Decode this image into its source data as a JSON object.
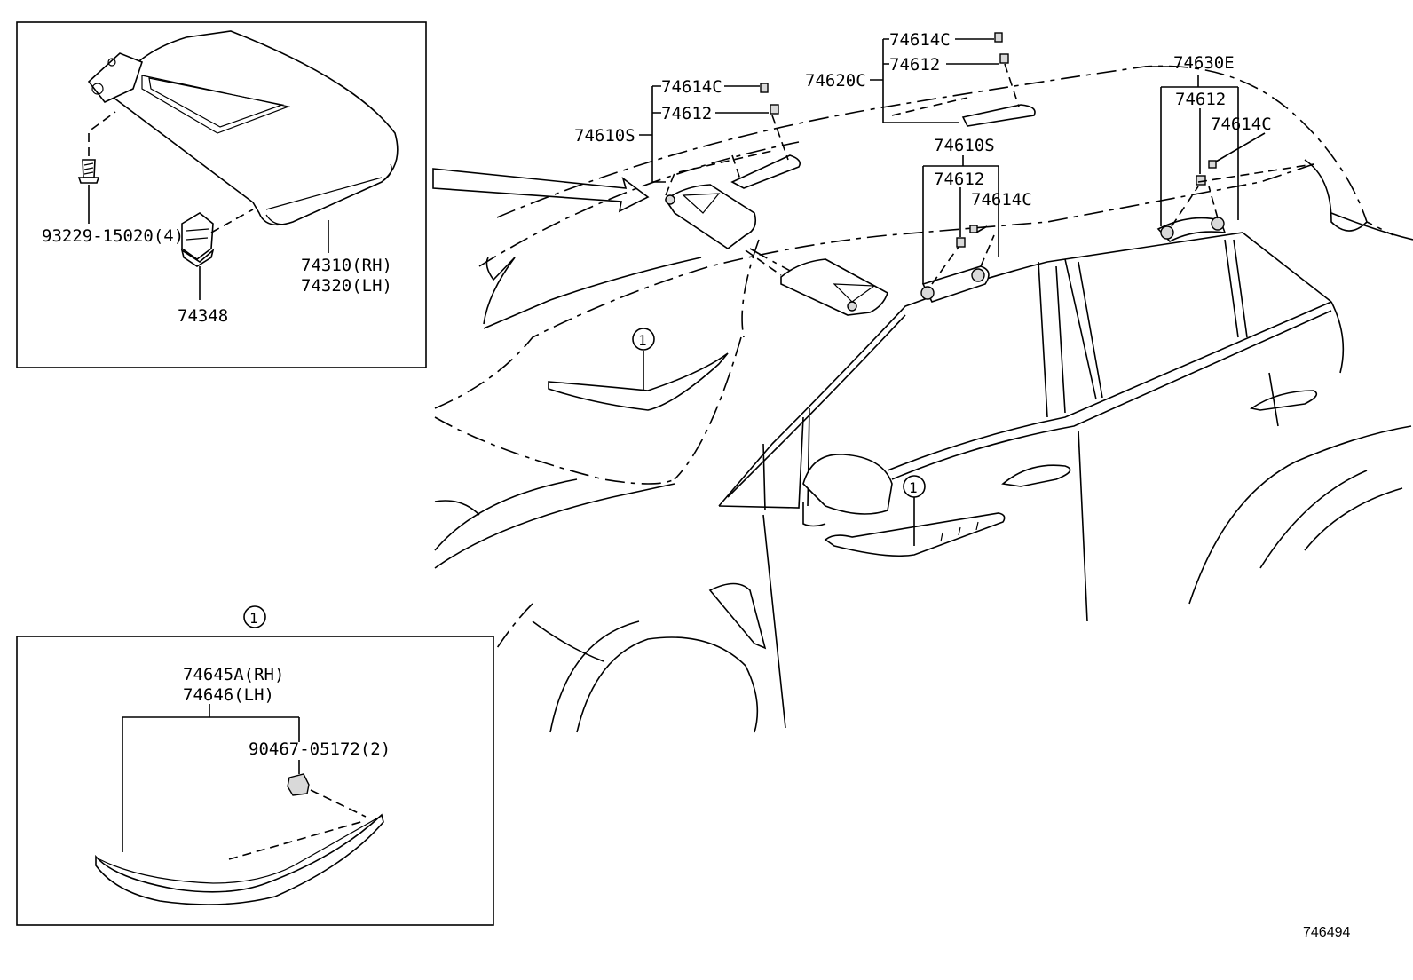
{
  "callouts": {
    "sun_visor_screw": "93229-15020(4)",
    "sun_visor_holder": "74348",
    "sun_visor_rh": "74310(RH)",
    "sun_visor_lh": "74320(LH)",
    "front_handle_assy": "74610S",
    "front_handle_cap": "74614C",
    "front_handle_clip": "74612",
    "top_bracket_assy": "74620C",
    "top_cap": "74614C",
    "top_clip": "74612",
    "mid_handle_assy": "74610S",
    "mid_clip": "74612",
    "mid_cap": "74614C",
    "rear_handle_assy": "74630E",
    "rear_clip": "74612",
    "rear_cap": "74614C",
    "garnish_rh": "74645A(RH)",
    "garnish_lh": "74646(LH)",
    "garnish_clip": "90467-05172(2)",
    "ref_marker": "1",
    "diagram_id": "746494"
  }
}
